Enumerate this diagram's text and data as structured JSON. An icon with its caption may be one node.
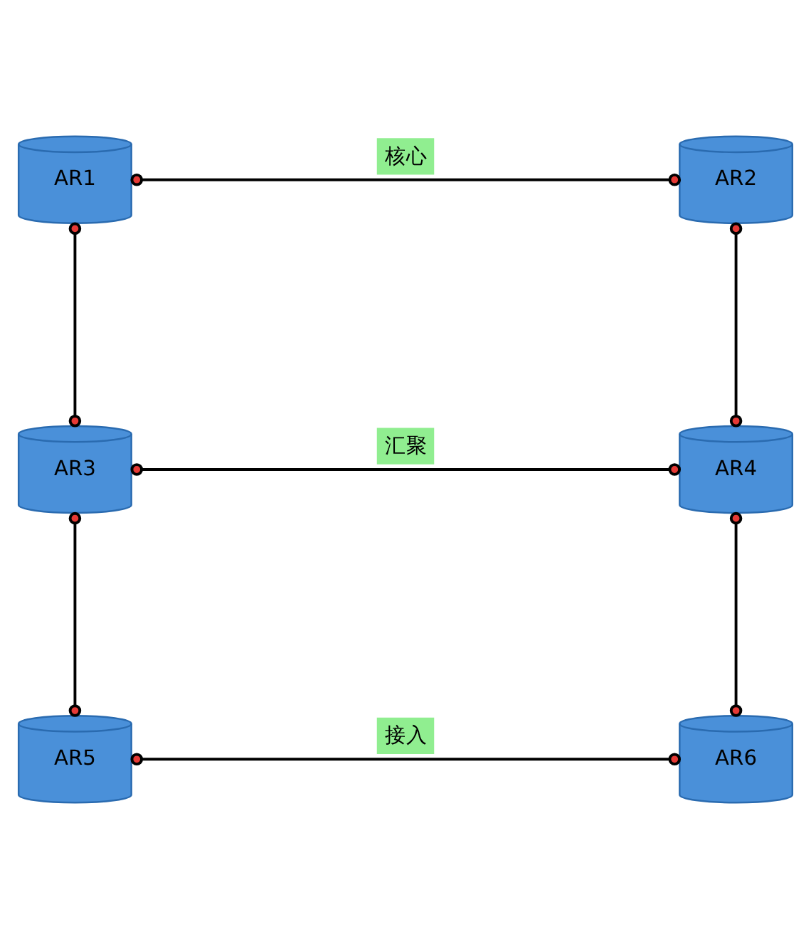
{
  "diagram": {
    "nodes": [
      {
        "text": [
          "AR1"
        ]
      },
      {
        "text": [
          "AR2"
        ]
      },
      {
        "text": [
          "AR3"
        ]
      },
      {
        "text": [
          "AR4"
        ]
      },
      {
        "text": [
          "AR5"
        ]
      },
      {
        "text": [
          "AR6"
        ]
      }
    ],
    "edges": [
      {
        "from": 0,
        "to": 1,
        "arrow": "other",
        "label": "核心"
      },
      {
        "from": 0,
        "to": 2,
        "arrow": "other"
      },
      {
        "from": 1,
        "to": 3,
        "arrow": "other"
      },
      {
        "from": 2,
        "to": 3,
        "arrow": "other",
        "label": "汇聚"
      },
      {
        "from": 2,
        "to": 4,
        "arrow": "other"
      },
      {
        "from": 3,
        "to": 5,
        "arrow": "other"
      },
      {
        "from": 4,
        "to": 5,
        "arrow": "other",
        "label": "接入"
      }
    ]
  }
}
